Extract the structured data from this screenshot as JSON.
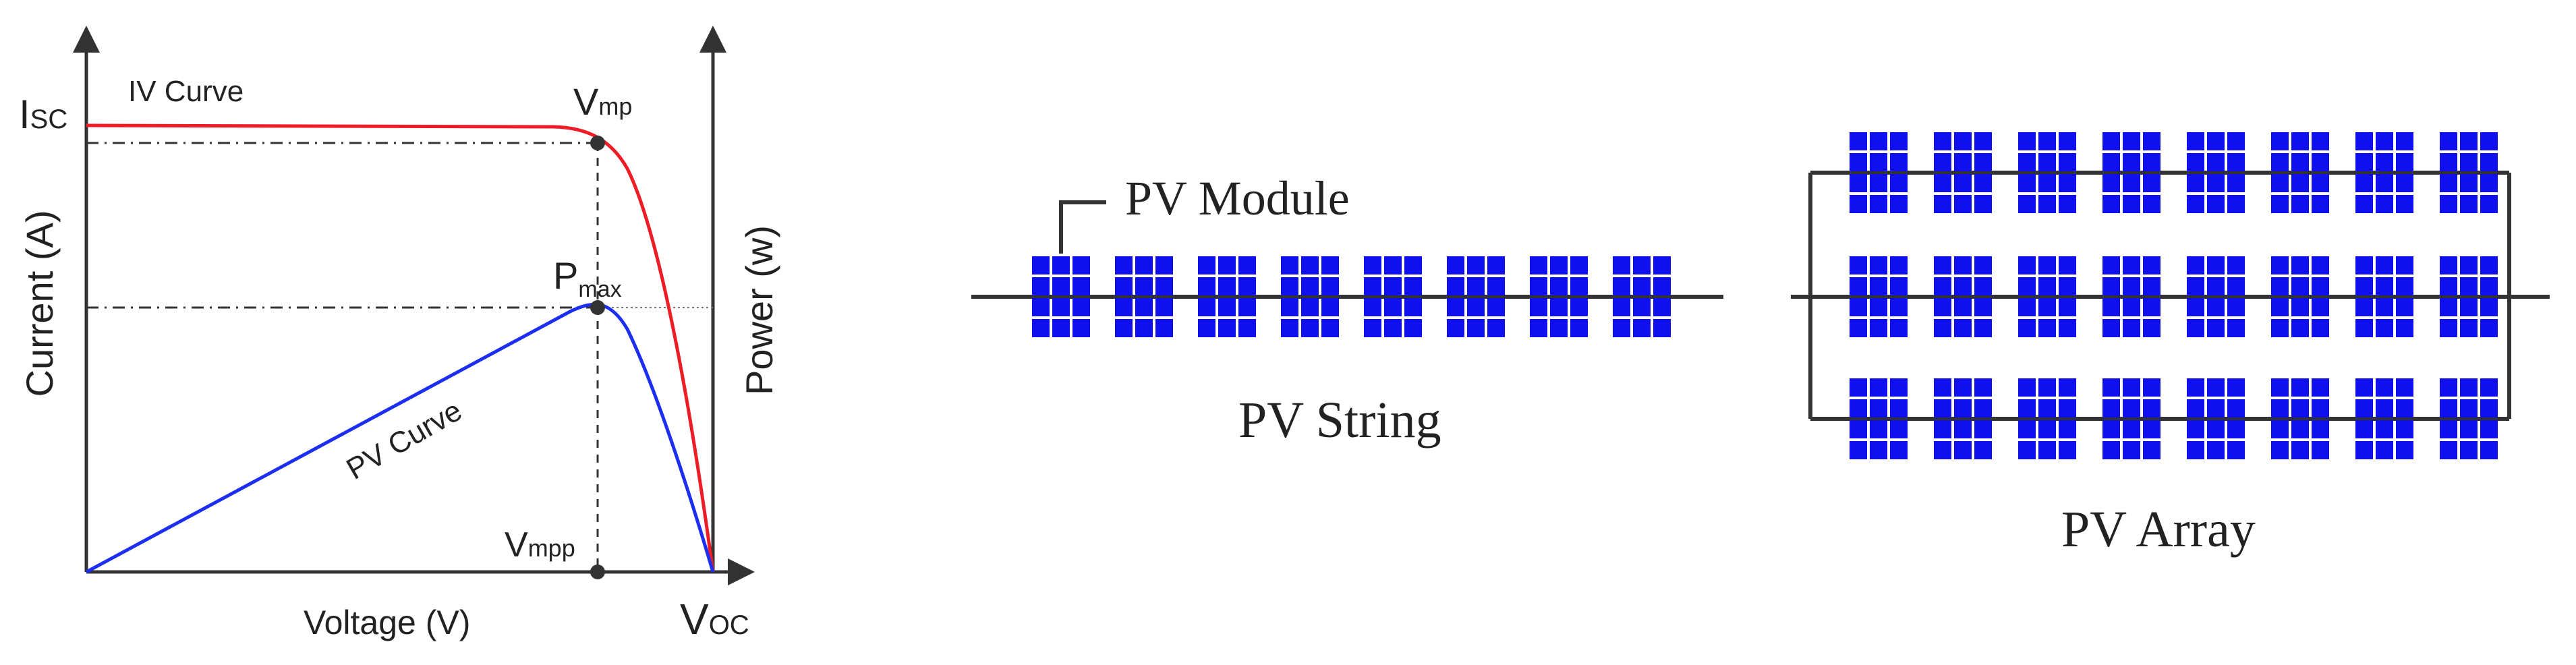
{
  "iv_chart": {
    "labels": {
      "isc_main": "I",
      "isc_sub": "SC",
      "iv_curve": "IV Curve",
      "vmp_main": "V",
      "vmp_sub": "mp",
      "pmax_main": "P",
      "pmax_sub": "max",
      "pv_curve": "PV Curve",
      "vmpp_main": "V",
      "vmpp_sub": "mpp",
      "voc_main": "V",
      "voc_sub": "OC",
      "y_axis_left": "Current (A)",
      "y_axis_right": "Power (w)",
      "x_axis": "Voltage (V)"
    },
    "colors": {
      "iv_curve": "#ee1c24",
      "pv_curve": "#1c2ef0",
      "axes": "#333333"
    }
  },
  "pv_string": {
    "module_label": "PV Module",
    "string_label": "PV String",
    "module_count": 8,
    "panel_color": "#1010ee"
  },
  "pv_array": {
    "array_label": "PV Array",
    "rows": 3,
    "modules_per_row": 8,
    "panel_color": "#1010ee"
  }
}
